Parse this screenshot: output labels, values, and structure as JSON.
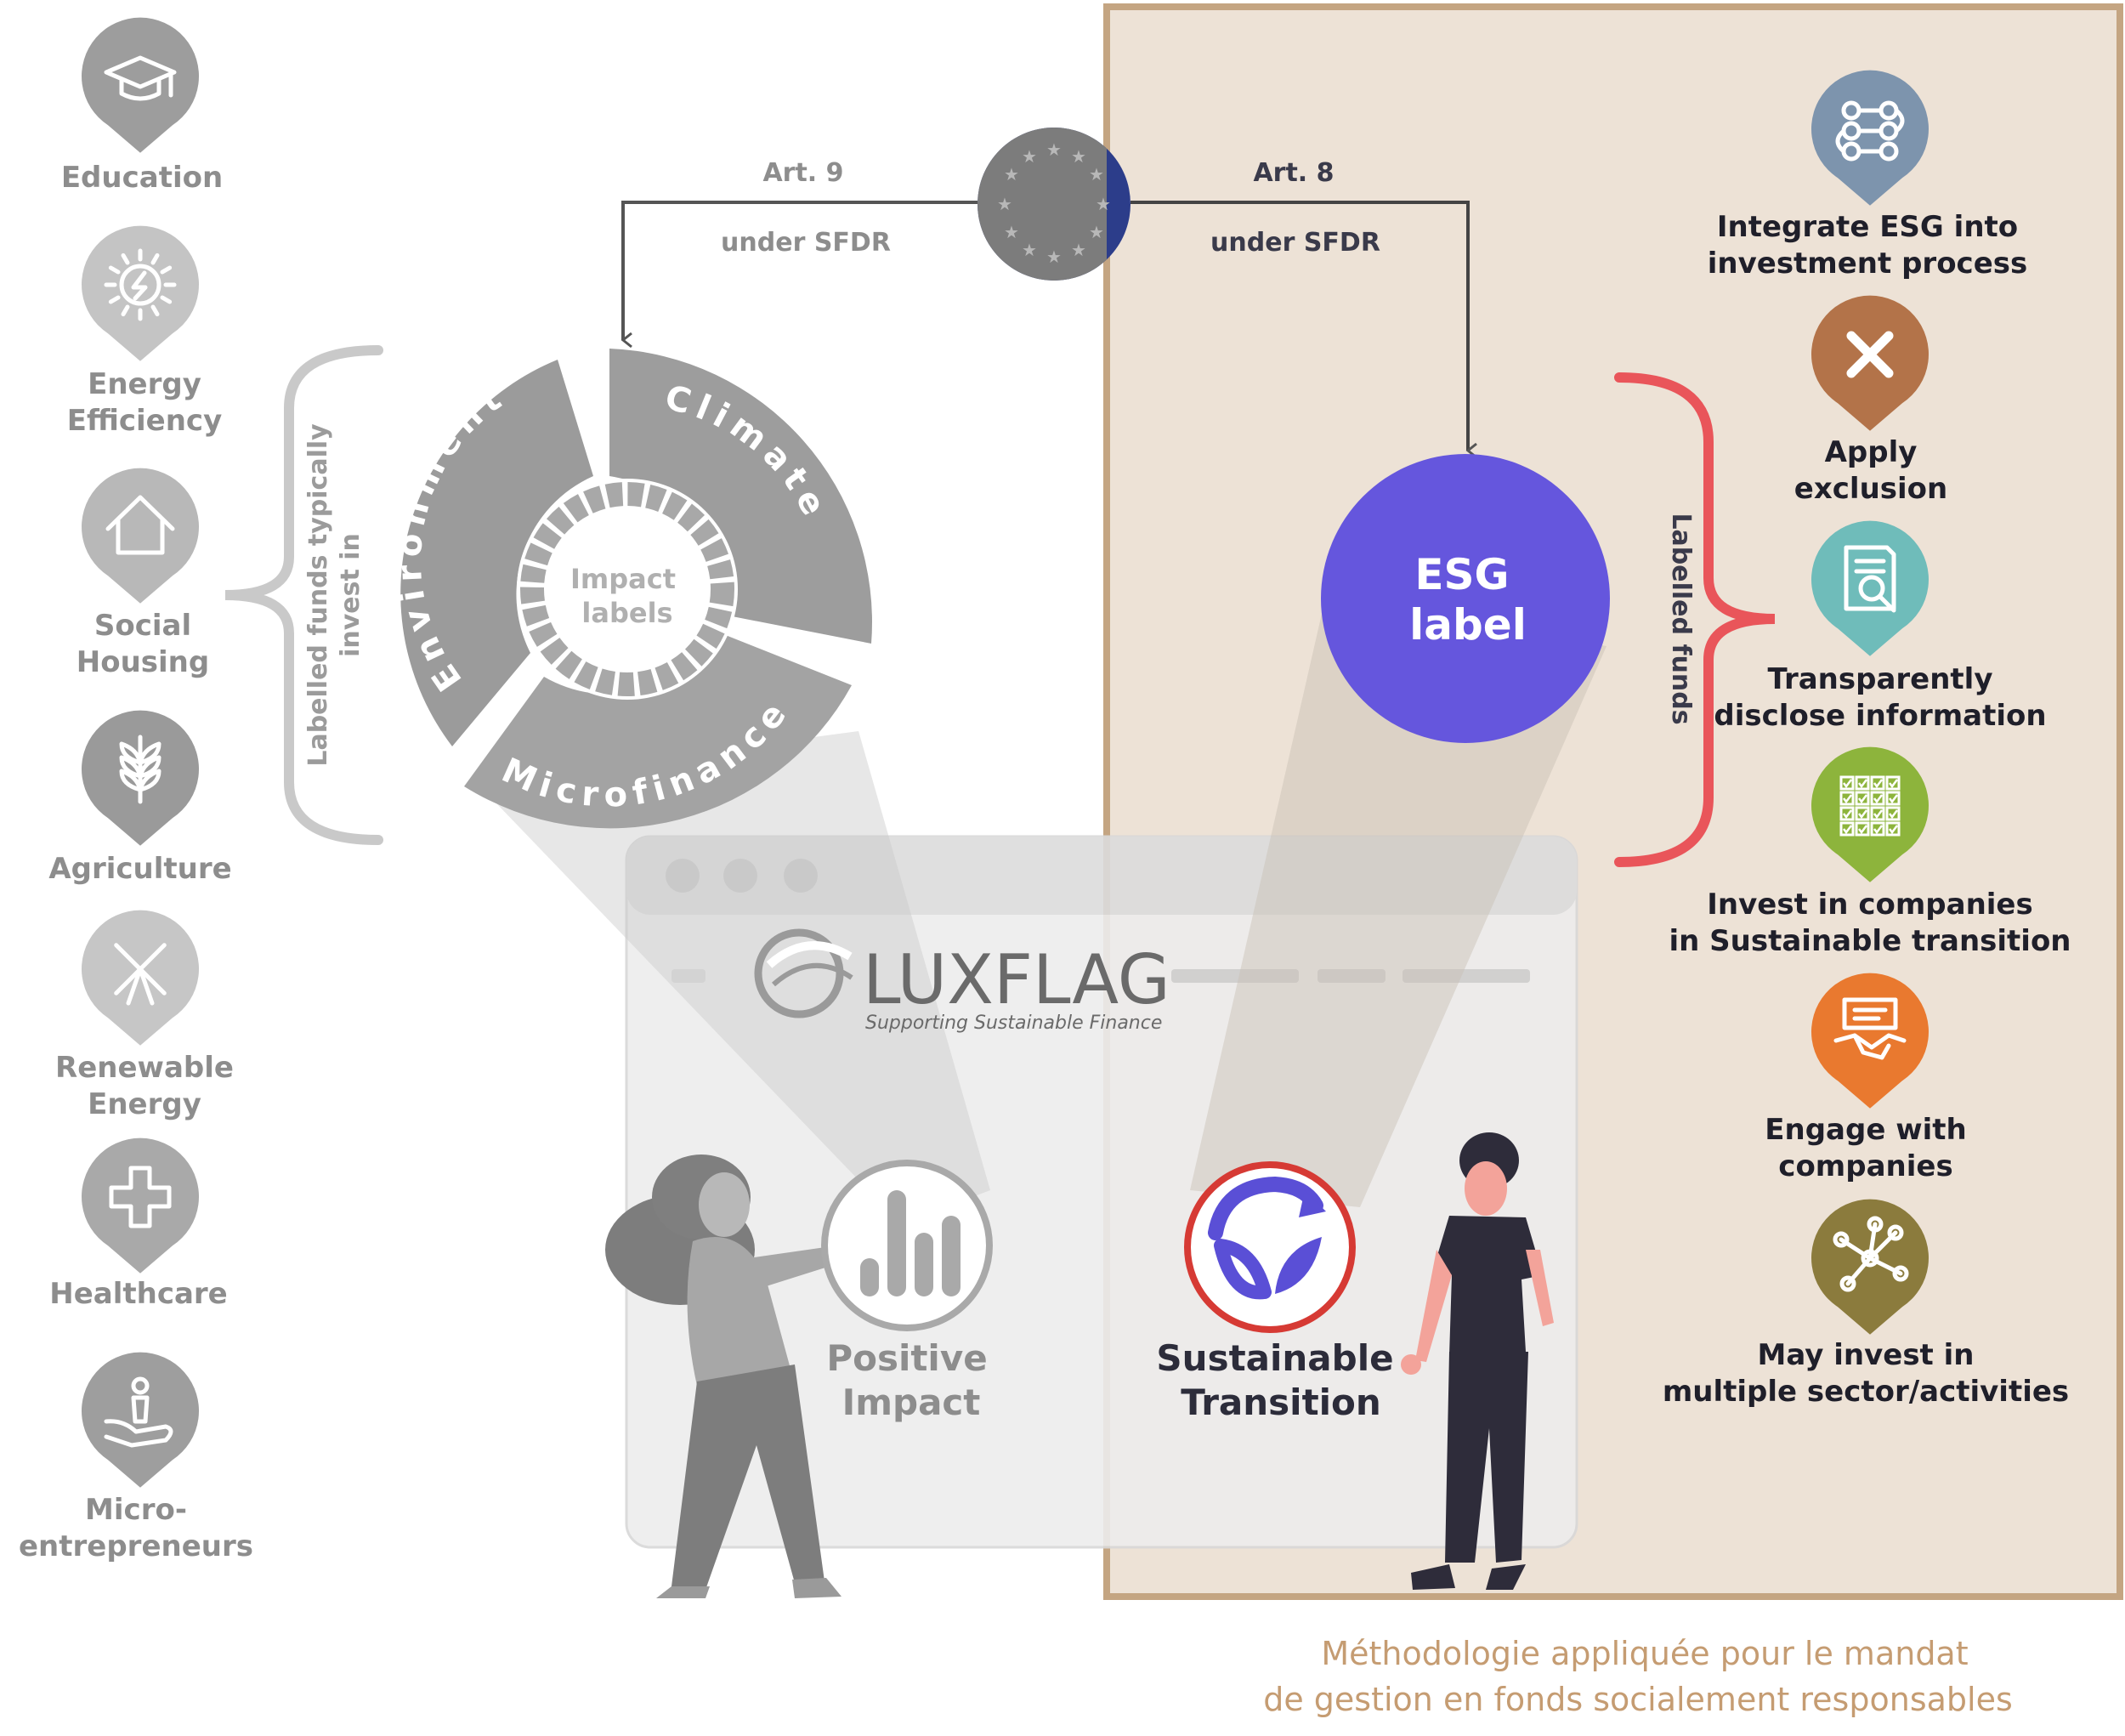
{
  "sectors": [
    {
      "label_lines": [
        "Education"
      ],
      "icon": "graduation-cap-icon",
      "color": "#9d9d9d"
    },
    {
      "label_lines": [
        "Energy",
        "Efficiency"
      ],
      "icon": "energy-bulb-icon",
      "color": "#c4c4c4"
    },
    {
      "label_lines": [
        "Social",
        "Housing"
      ],
      "icon": "house-icon",
      "color": "#b8b8b8"
    },
    {
      "label_lines": [
        "Agriculture"
      ],
      "icon": "wheat-icon",
      "color": "#9a9a9a"
    },
    {
      "label_lines": [
        "Renewable",
        "Energy"
      ],
      "icon": "windmill-icon",
      "color": "#c6c6c6"
    },
    {
      "label_lines": [
        "Healthcare"
      ],
      "icon": "medical-cross-icon",
      "color": "#a9a9a9"
    },
    {
      "label_lines": [
        "Micro-",
        "entrepreneurs"
      ],
      "icon": "hand-person-icon",
      "color": "#9e9e9e"
    }
  ],
  "left_brace_label_lines": [
    "Labelled funds typically",
    "invest in"
  ],
  "art9": {
    "line1": "Art. 9",
    "line2": "under SFDR"
  },
  "art8": {
    "line1": "Art. 8",
    "line2": "under SFDR"
  },
  "impact_wheel": {
    "segments": [
      "Environment",
      "Climate",
      "Microfinance"
    ],
    "center_lines": [
      "Impact",
      "labels"
    ]
  },
  "esg": {
    "lines": [
      "ESG",
      "label"
    ],
    "color": "#6556dd"
  },
  "right_brace_label": "Labelled funds",
  "approaches": [
    {
      "label_lines": [
        "Integrate ESG into",
        "investment process"
      ],
      "icon": "workflow-icon",
      "color": "#7d94ad"
    },
    {
      "label_lines": [
        "Apply",
        "exclusion"
      ],
      "icon": "cross-icon",
      "color": "#b37349"
    },
    {
      "label_lines": [
        "Transparently",
        "disclose information"
      ],
      "icon": "document-search-icon",
      "color": "#6fbcba"
    },
    {
      "label_lines": [
        "Invest in companies",
        "in Sustainable transition"
      ],
      "icon": "checklist-grid-icon",
      "color": "#8db43c"
    },
    {
      "label_lines": [
        "Engage with",
        "companies"
      ],
      "icon": "handshake-icon",
      "color": "#e9792f"
    },
    {
      "label_lines": [
        "May invest in",
        "multiple sector/activities"
      ],
      "icon": "network-icon",
      "color": "#8b7b3d"
    }
  ],
  "logo": {
    "name": "LUXFLAG",
    "tagline": "Supporting Sustainable Finance"
  },
  "positive_impact_lines": [
    "Positive",
    "Impact"
  ],
  "sustainable_transition_lines": [
    "Sustainable",
    "Transition"
  ],
  "caption_lines": [
    "Méthodologie appliquée pour le mandat",
    "de gestion en fonds socialement responsables"
  ],
  "colors": {
    "highlight_border": "#c4a582",
    "highlight_fill": "#ede2d6",
    "brace_red": "#e9555a",
    "caption": "#c59c72"
  }
}
